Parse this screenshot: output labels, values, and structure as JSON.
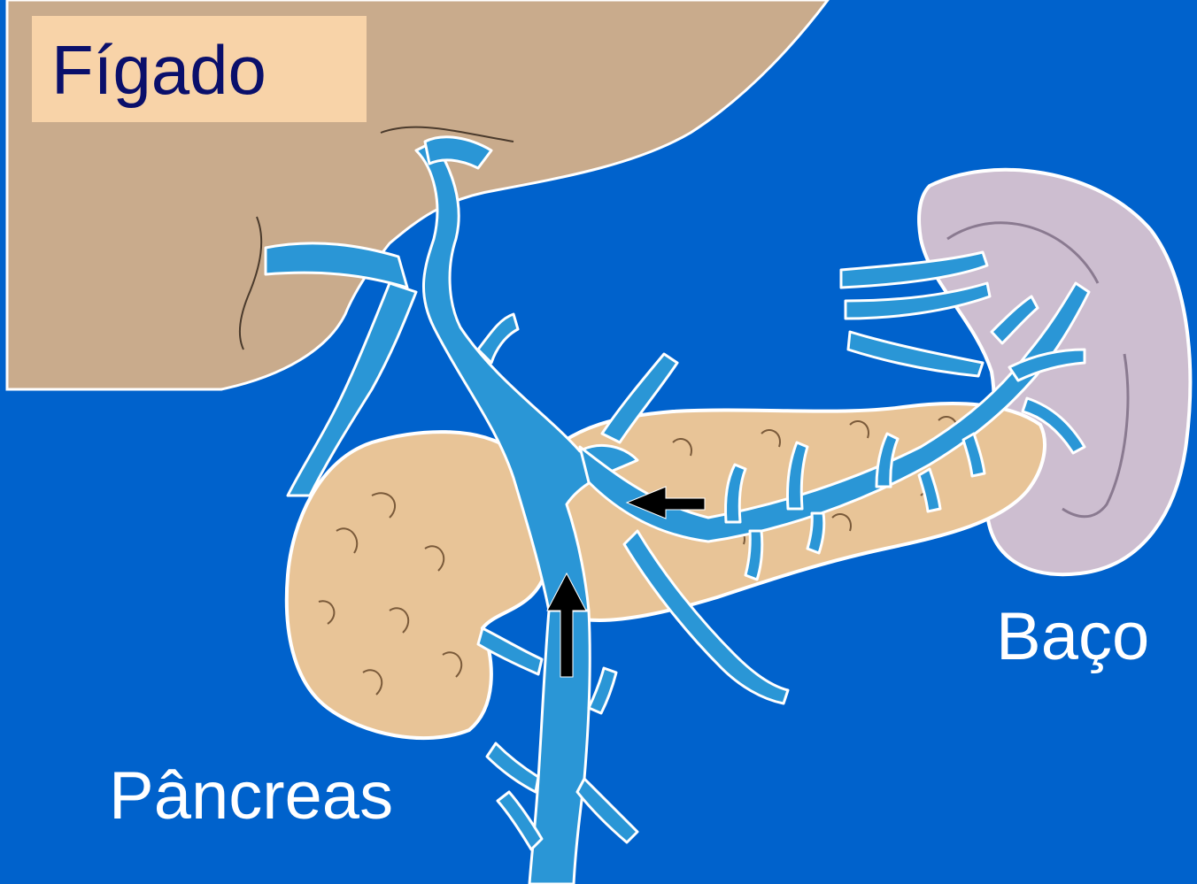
{
  "labels": {
    "liver": "Fígado",
    "spleen": "Baço",
    "pancreas": "Pâncreas"
  },
  "colors": {
    "background": "#0062cc",
    "liver": "#c9ab8c",
    "liver_label_box": "#f8d3a8",
    "liver_label_text": "#0a0f6b",
    "pancreas": "#e8c497",
    "spleen": "#cdbed0",
    "vein": "#2a96d6",
    "arrow": "#000000",
    "outline": "#ffffff"
  }
}
